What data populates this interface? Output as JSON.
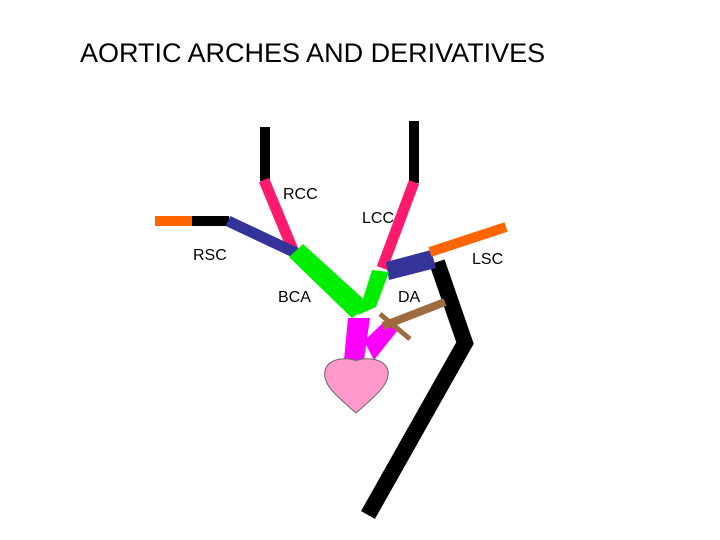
{
  "title": "AORTIC ARCHES AND DERIVATIVES",
  "labels": {
    "rcc": "RCC",
    "lcc": "LCC",
    "rsc": "RSC",
    "lsc": "LSC",
    "bca": "BCA",
    "da": "DA"
  },
  "colors": {
    "background": "#ffffff",
    "black_vessel": "#000000",
    "carotid_pink": "#ff1a6e",
    "subclavian_blue": "#333399",
    "subclavian_orange": "#ff6600",
    "arch_green": "#00ee00",
    "outflow_magenta": "#ff00ff",
    "heart_pink": "#ff99cc",
    "ductus_brown": "#9e6b3e"
  }
}
